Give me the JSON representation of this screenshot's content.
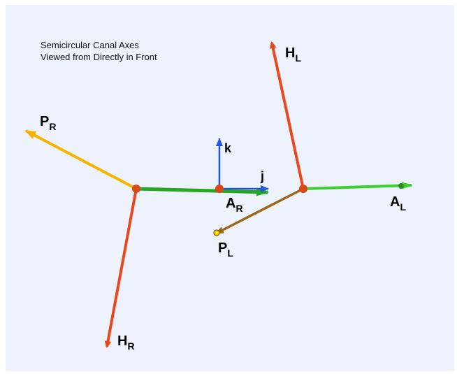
{
  "title": {
    "line1": "Semicircular Canal Axes",
    "line2": "Viewed from Directly in Front"
  },
  "labels": {
    "P_R": {
      "main": "P",
      "sub": "R"
    },
    "H_R": {
      "main": "H",
      "sub": "R"
    },
    "A_R": {
      "main": "A",
      "sub": "R"
    },
    "H_L": {
      "main": "H",
      "sub": "L"
    },
    "A_L": {
      "main": "A",
      "sub": "L"
    },
    "P_L": {
      "main": "P",
      "sub": "L"
    },
    "k": {
      "main": "k"
    },
    "j": {
      "main": "j"
    }
  },
  "colors": {
    "posterior": "#f5b400",
    "horizontal": "#e8491c",
    "anterior": "#2fb32a",
    "posterior_left": "#9a6a18",
    "axis_blue": "#2156e0",
    "origin": "#d84a1a",
    "background": "#eef2fc"
  }
}
